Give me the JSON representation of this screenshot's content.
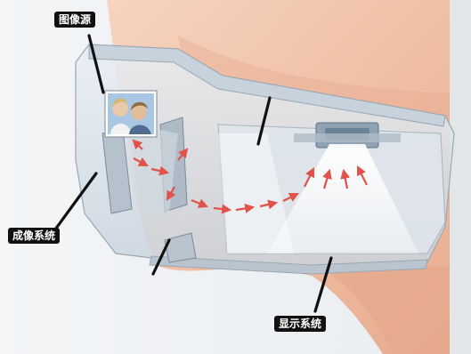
{
  "labels": {
    "image_source": "图像源",
    "imaging_system": "成像系统",
    "display_system": "显示系统"
  },
  "colors": {
    "skin": "#f2c3a8",
    "skin_shadow": "#e6a98c",
    "glass": "#dde6ee",
    "light_beam": "#f4f7fb",
    "arrow": "#e0524a",
    "label_bg": "#111111",
    "label_text": "#ffffff"
  },
  "icons": {
    "photo": "photo-of-couple-icon"
  }
}
